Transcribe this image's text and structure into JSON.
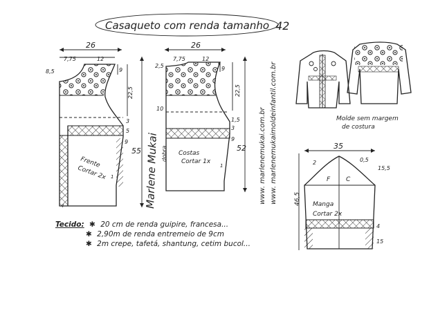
{
  "title": {
    "text": "Casaqueto com renda tamanho",
    "size": "42"
  },
  "front_piece": {
    "label_line1": "Frente",
    "label_line2": "Cortar 2x",
    "width": "26",
    "neck_width": "7,75",
    "shoulder": "12",
    "neck_depth": "8,5",
    "armhole_top": "9",
    "armhole_depth": "22,5",
    "band_top": "3",
    "band_bottom": "5",
    "hem_band": "9",
    "length": "55",
    "side_mark": "1",
    "hem_mark": "4"
  },
  "back_piece": {
    "label_line1": "Costas",
    "label_line2": "Cortar 1x",
    "width": "26",
    "neck_width": "7,75",
    "shoulder": "12",
    "neck_depth": "2,5",
    "armhole_top": "9",
    "armhole_depth": "22,5",
    "band_label": "1,5",
    "band_mark": "3",
    "side_mark_a": "10",
    "hem_band": "9",
    "length": "52",
    "fold_label": "dobra",
    "side_mark": "1"
  },
  "sleeve": {
    "label_line1": "Manga",
    "label_line2": "Cortar 2x",
    "width": "35",
    "cap_left": "2",
    "cap_right": "0,5",
    "cap_height": "15,5",
    "front_letter": "F",
    "back_letter": "C",
    "length": "46,5",
    "band": "4",
    "cuff": "15"
  },
  "sidebar": {
    "urls": [
      "www. marlenemukai.com.br",
      "www. marlenemukaimoldeinfantil.com.br"
    ],
    "signature": "Marlene Mukai"
  },
  "preview_caption": {
    "line1": "Molde sem margem",
    "line2": "de costura"
  },
  "fabric_notes": {
    "heading": "Tecido:",
    "items": [
      "20 cm de renda guipire, francesa...",
      "2,90m de renda entremeio de 9cm",
      "2m   crepe, tafetá, shantung, cetim bucol..."
    ]
  },
  "colors": {
    "ink": "#222222",
    "paper": "#ffffff"
  }
}
